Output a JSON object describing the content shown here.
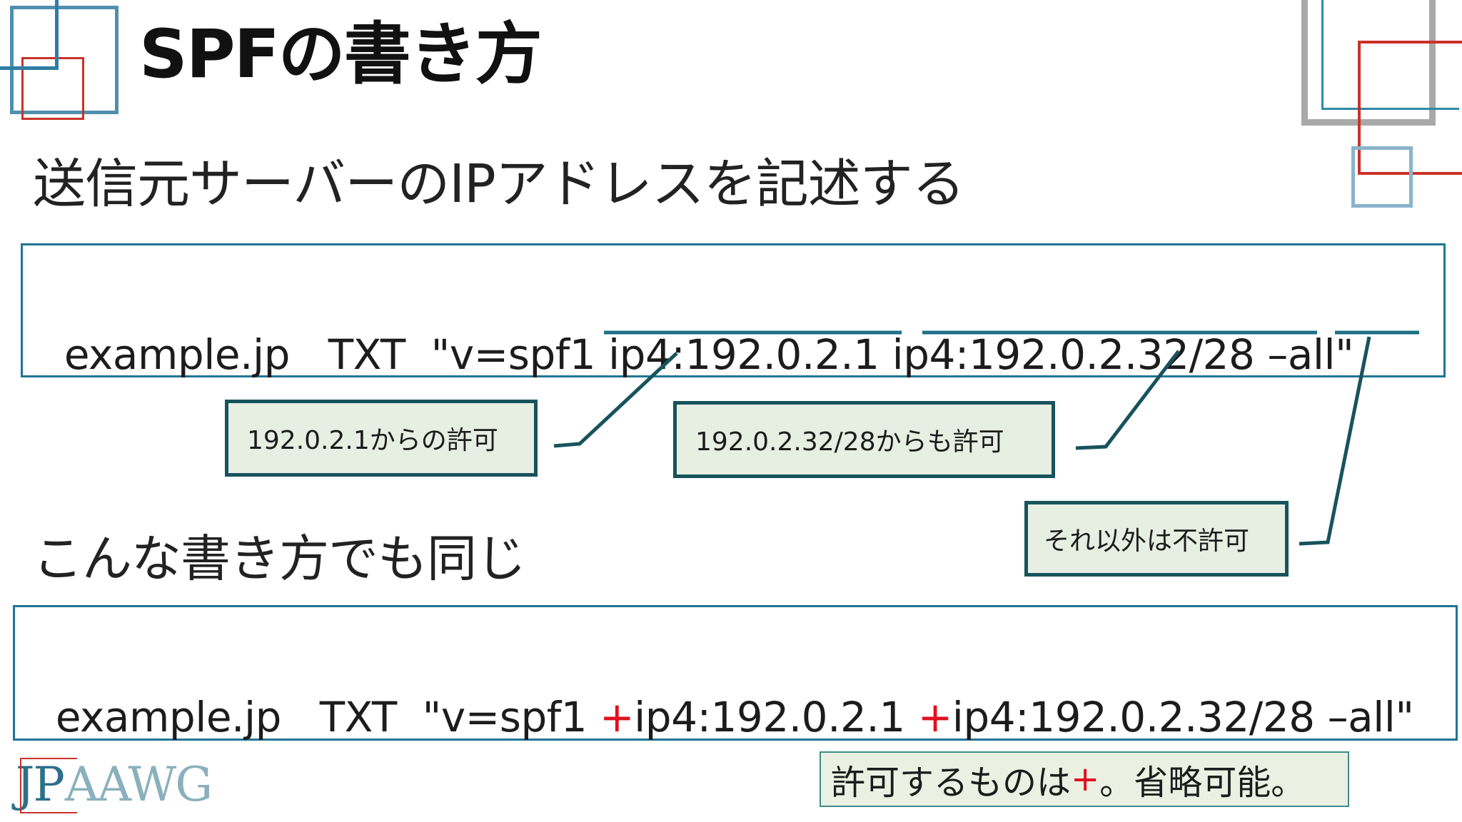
{
  "slide": {
    "title": "SPFの書き方",
    "subtitle": "送信元サーバーのIPアドレスを記述する",
    "record1": {
      "domain": "example.jp",
      "type": "TXT",
      "prefix": "\"v=spf1 ",
      "mech1": "ip4:192.0.2.1",
      "mech2": "ip4:192.0.2.32/28",
      "all": "–all\""
    },
    "callouts": [
      "192.0.2.1からの許可",
      "192.0.2.32/28からも許可",
      "それ以外は不許可"
    ],
    "subtitle2": "こんな書き方でも同じ",
    "record2": {
      "domain": "example.jp",
      "type": "TXT",
      "prefix": "\"v=spf1 ",
      "plus": "+",
      "mech1": "ip4:192.0.2.1 ",
      "mech2": "ip4:192.0.2.32/28 –all\""
    },
    "note": {
      "before": "許可するものは",
      "plus": "+",
      "after": "。省略可能。"
    },
    "logo": {
      "part1": "JP",
      "part2": "AAWG"
    }
  },
  "colors": {
    "accent_blue": "#1f7595",
    "accent_red": "#e01020",
    "callout_fill": "#e7eee2",
    "callout_border": "#18535c"
  }
}
